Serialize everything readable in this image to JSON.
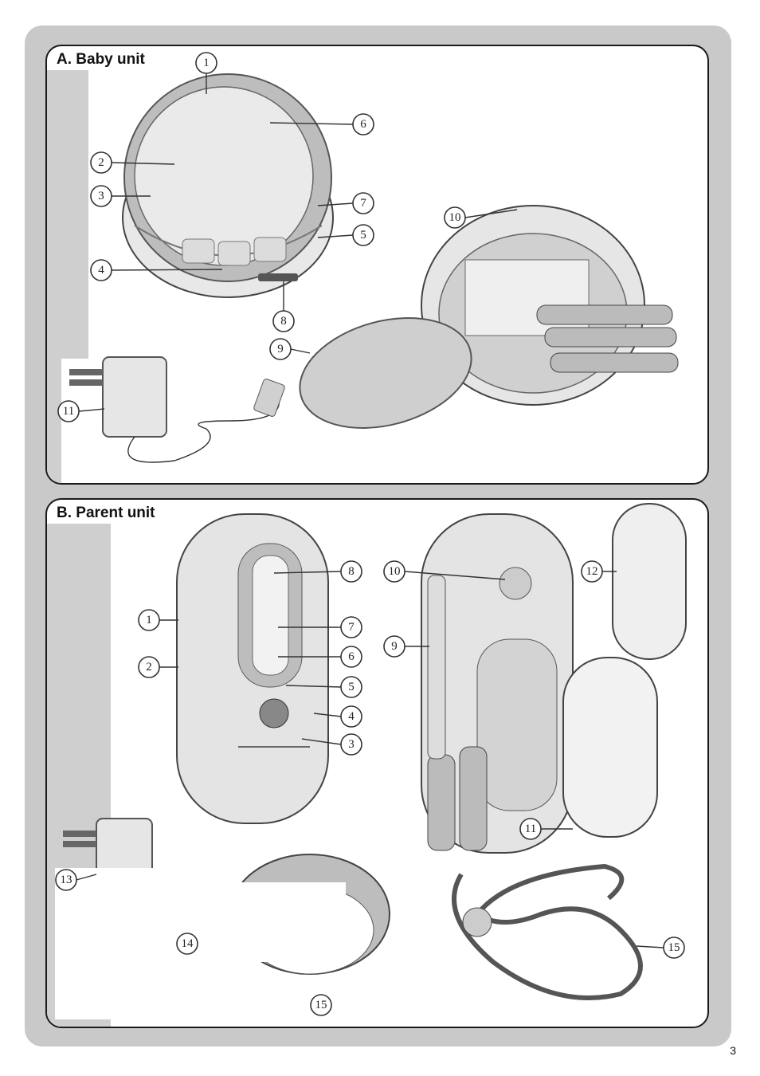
{
  "panel_a": {
    "title": "A. Baby unit"
  },
  "panel_b": {
    "title": "B. Parent unit"
  },
  "callouts_a": [
    "1",
    "2",
    "3",
    "4",
    "5",
    "6",
    "7",
    "8",
    "9",
    "10",
    "11"
  ],
  "callouts_b": [
    "1",
    "2",
    "3",
    "4",
    "5",
    "6",
    "7",
    "8",
    "9",
    "10",
    "11",
    "12",
    "13",
    "14",
    "15"
  ],
  "page_number": "3"
}
